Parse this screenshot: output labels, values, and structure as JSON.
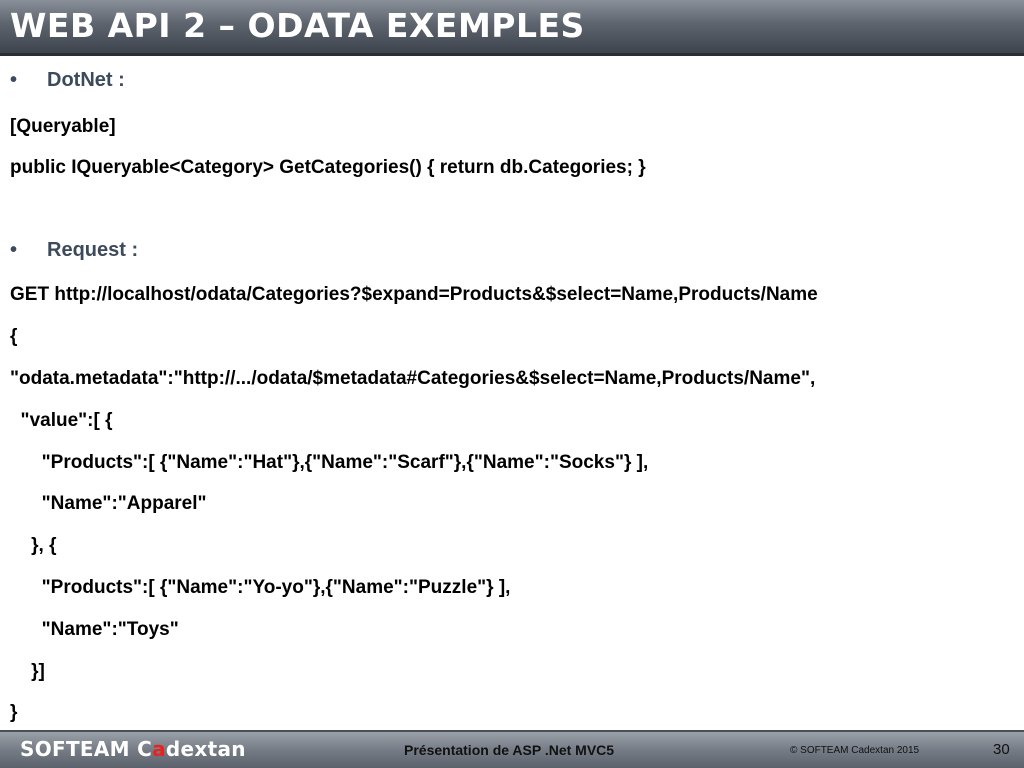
{
  "header": {
    "title": "WEB API 2 – ODATA EXEMPLES"
  },
  "content": {
    "bullet1": {
      "symbol": "•",
      "text": "DotNet :"
    },
    "code1": [
      "[Queryable]",
      "public IQueryable<Category> GetCategories() { return db.Categories; }"
    ],
    "bullet2": {
      "symbol": "•",
      "text": "Request :"
    },
    "code2": [
      "GET http://localhost/odata/Categories?$expand=Products&$select=Name,Products/Name",
      "{",
      "\"odata.metadata\":\"http://.../odata/$metadata#Categories&$select=Name,Products/Name\",",
      "  \"value\":[ {",
      "      \"Products\":[ {\"Name\":\"Hat\"},{\"Name\":\"Scarf\"},{\"Name\":\"Socks\"} ],",
      "      \"Name\":\"Apparel\"",
      "    }, {",
      "      \"Products\":[ {\"Name\":\"Yo-yo\"},{\"Name\":\"Puzzle\"} ],",
      "      \"Name\":\"Toys\"",
      "    }]",
      "}"
    ]
  },
  "footer": {
    "logo_part1": "SOFTEAM C",
    "logo_accent": "a",
    "logo_part2": "dextan",
    "presentation": "Présentation de ASP .Net MVC5",
    "copyright": "© SOFTEAM Cadextan 2015",
    "page_number": "30"
  },
  "colors": {
    "header_bg": "#5d646e",
    "bullet_text": "#3c4a5c",
    "logo_accent": "#e8231f",
    "footer_bg": "#767c85"
  }
}
